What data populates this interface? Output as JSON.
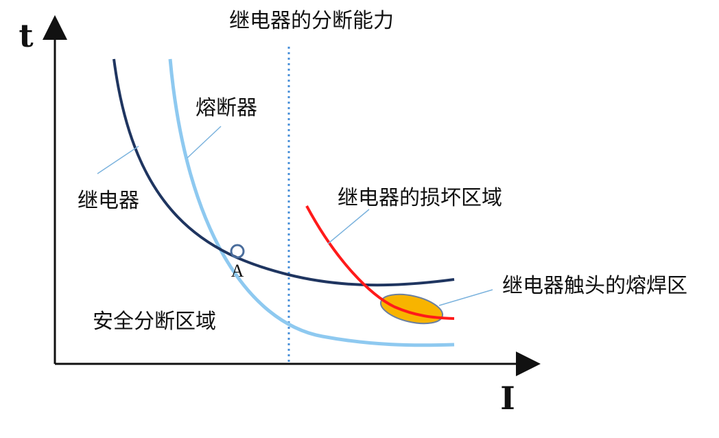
{
  "title": "继电器的分断能力",
  "axes": {
    "y_label": "t",
    "x_label": "I"
  },
  "labels": {
    "fuse": "熔断器",
    "relay": "继电器",
    "relay_damage_zone": "继电器的损坏区域",
    "contact_weld_zone": "继电器触头的熔焊区",
    "safe_zone": "安全分断区域",
    "point_a": "A"
  },
  "colors": {
    "relay_curve": "#1f3560",
    "fuse_curve": "#8ec9f0",
    "damage_curve": "#ff1a1a",
    "breaking_limit_line": "#4a90d9",
    "weld_zone_fill": "#f8b400",
    "weld_zone_stroke": "#6b7fa0",
    "point_marker": "#4a6d9c",
    "leader_line": "#7ab2dd",
    "axis": "#111111"
  }
}
